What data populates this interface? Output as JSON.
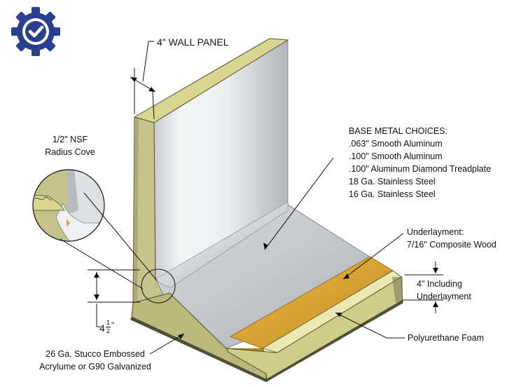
{
  "logo": {
    "icon": "gear-check-icon",
    "color": "#2a3f8f"
  },
  "labels": {
    "wall_panel": "4\" WALL PANEL",
    "cove_line1": "1/2\" NSF",
    "cove_line2": "Radius Cove",
    "base_metal_title": "BASE METAL CHOICES:",
    "base_metal_options": [
      ".063\" Smooth Aluminum",
      ".100\" Smooth  Aluminum",
      ".100\" Aluminum Diamond Treadplate",
      "18 Ga. Stainless Steel",
      "16 Ga. Stainless Steel"
    ],
    "underlayment_line1": "Underlayment:",
    "underlayment_line2": "7/16\" Composite Wood",
    "thickness_line1": "4\" Including",
    "thickness_line2": "Underlayment",
    "foam": "Polyurethane Foam",
    "stucco_line1": "26 Ga. Stucco Embossed",
    "stucco_line2": "Acrylume or G90 Galvanized",
    "cove_height_whole": "4",
    "cove_height_num": "1",
    "cove_height_den": "2",
    "cove_height_unit": "\""
  },
  "colors": {
    "foam": "#d9d690",
    "metal_light": "#f4f5f6",
    "metal_dark": "#9fa3a7",
    "underlayment": "#e0a935",
    "edge_dark": "#4e4f34"
  }
}
